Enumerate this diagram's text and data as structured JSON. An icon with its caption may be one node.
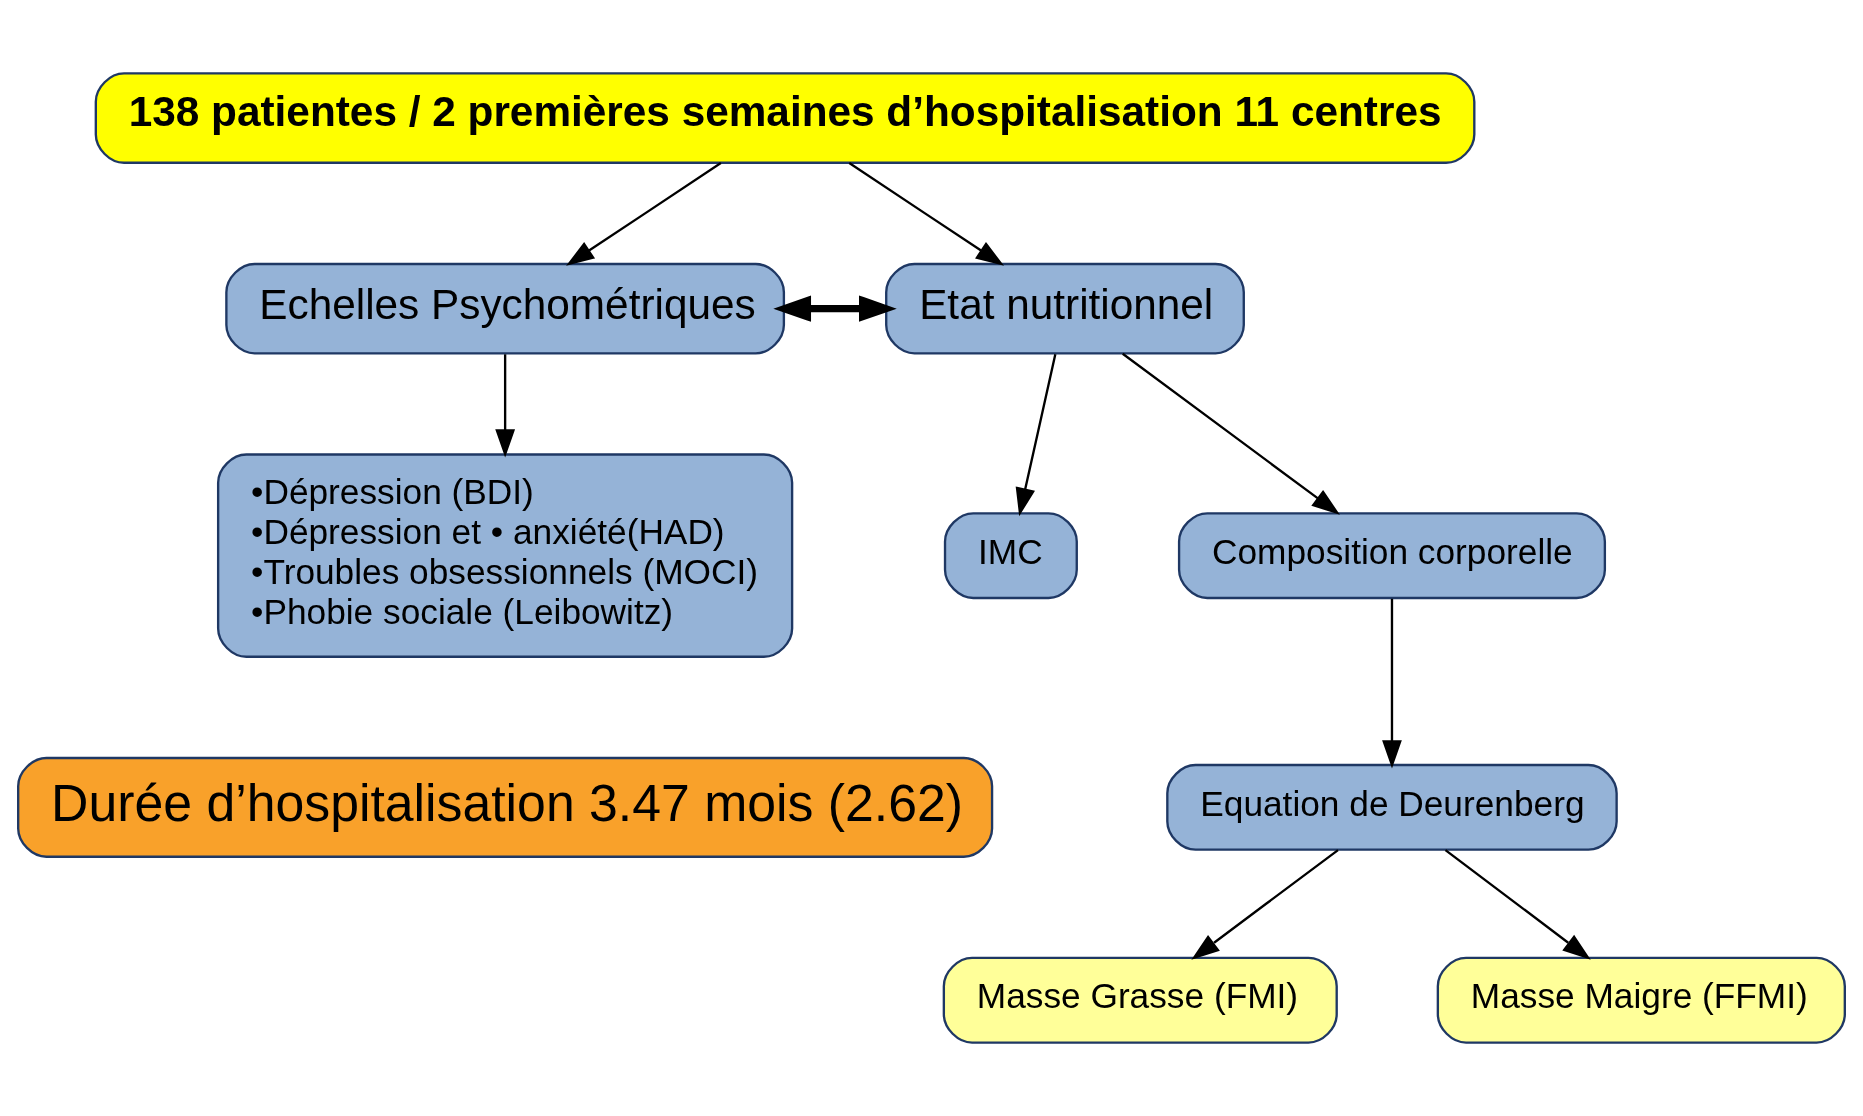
{
  "diagram": {
    "nodes": [
      {
        "text": [
          "138 patientes / 2 premières semaines d’hospitalisation 11 centres"
        ]
      },
      {
        "text": [
          "Echelles Psychométriques"
        ]
      },
      {
        "text": [
          "Etat nutritionnel"
        ]
      },
      {
        "text": [
          "•Dépression (BDI)",
          "•Dépression et • anxiété(HAD)",
          "•Troubles obsessionnels (MOCI)",
          "•Phobie sociale (Leibowitz)"
        ]
      },
      {
        "text": [
          "Durée d’hospitalisation 3.47 mois (2.62)"
        ]
      },
      {
        "text": [
          "IMC"
        ]
      },
      {
        "text": [
          "Composition corporelle"
        ]
      },
      {
        "text": [
          "Equation de Deurenberg"
        ]
      },
      {
        "text": [
          "Masse Grasse (FMI)"
        ]
      },
      {
        "text": [
          "Masse Maigre (FFMI)"
        ]
      }
    ],
    "edges": [
      {
        "from": 0,
        "to": 1,
        "arrow": "to"
      },
      {
        "from": 0,
        "to": 2,
        "arrow": "to"
      },
      {
        "from": 1,
        "to": 2,
        "arrow": "both",
        "style": "thick"
      },
      {
        "from": 1,
        "to": 3,
        "arrow": "to"
      },
      {
        "from": 2,
        "to": 5,
        "arrow": "to"
      },
      {
        "from": 2,
        "to": 6,
        "arrow": "to"
      },
      {
        "from": 6,
        "to": 7,
        "arrow": "to"
      },
      {
        "from": 7,
        "to": 8,
        "arrow": "to"
      },
      {
        "from": 7,
        "to": 9,
        "arrow": "to"
      }
    ]
  }
}
